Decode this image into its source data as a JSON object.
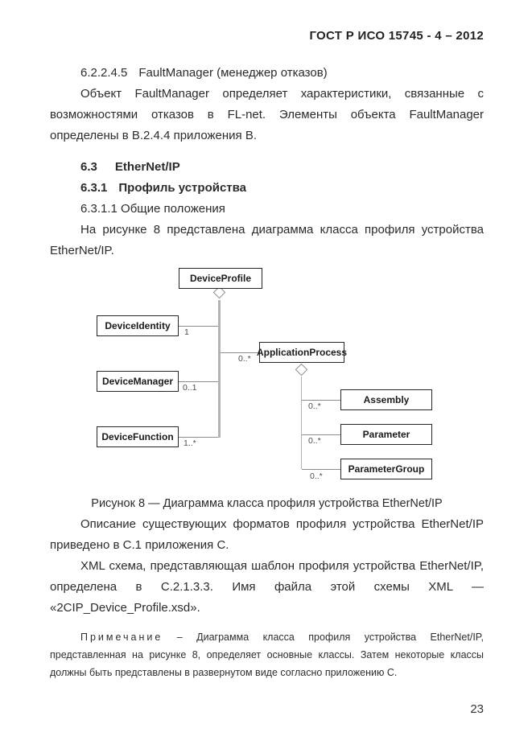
{
  "page": {
    "header": "ГОСТ Р ИСО 15745 - 4 – 2012",
    "page_number": "23"
  },
  "content": {
    "section_fault_manager": {
      "number": "6.2.2.4.5",
      "title": "FaultManager (менеджер отказов)"
    },
    "para_fault_manager": "Объект FaultManager определяет характеристики, связанные с возможностями отказов в FL-net. Элементы объекта FaultManager определены в В.2.4.4 приложения В.",
    "heading_6_3": {
      "number": "6.3",
      "title": "EtherNet/IP"
    },
    "heading_6_3_1": {
      "number": "6.3.1",
      "title": "Профиль устройства"
    },
    "heading_6_3_1_1": "6.3.1.1 Общие положения",
    "para_figure_intro": "На рисунке 8 представлена диаграмма класса профиля устройства EtherNet/IP.",
    "figure_caption": "Рисунок 8 — Диаграмма класса профиля устройства EtherNet/IP",
    "para_formats": "Описание существующих форматов профиля устройства EtherNet/IP приведено в С.1 приложения С.",
    "para_xml": "XML схема, представляющая шаблон профиля устройства EtherNet/IP, определена в С.2.1.3.3. Имя файла этой схемы XML — «2CIP_Device_Profile.xsd».",
    "note": {
      "label": "Примечание",
      "text": "– Диаграмма класса профиля устройства EtherNet/IP, представленная на рисунке 8, определяет основные классы. Затем некоторые классы должны быть представлены в развернутом виде согласно приложению С."
    }
  },
  "diagram": {
    "boxes": {
      "device_profile": "DeviceProfile",
      "device_identity": "DeviceIdentity",
      "device_manager": "DeviceManager",
      "device_function": "DeviceFunction",
      "application_process": "ApplicationProcess",
      "assembly": "Assembly",
      "parameter": "Parameter",
      "parameter_group": "ParameterGroup"
    },
    "multiplicities": {
      "device_identity": "1",
      "application_process": "0..*",
      "device_manager": "0..1",
      "device_function": "1..*",
      "assembly": "0..*",
      "parameter": "0..*",
      "parameter_group": "0..*"
    }
  }
}
